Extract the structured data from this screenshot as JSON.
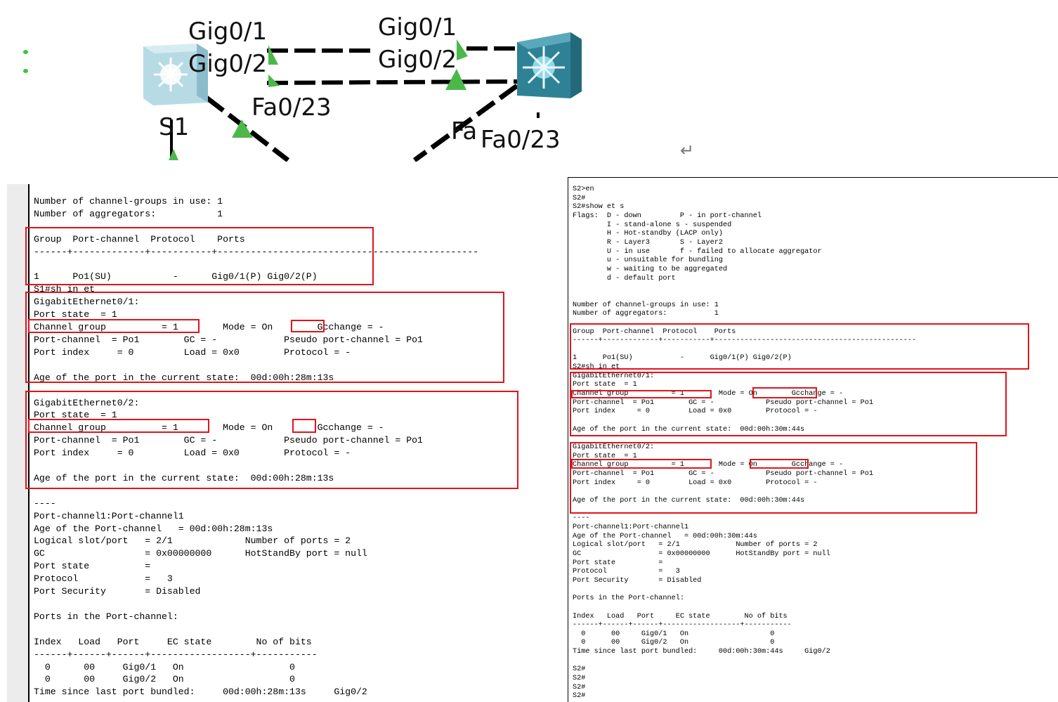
{
  "topology": {
    "labels": {
      "s1_gig01": "Gig0/1",
      "s1_gig02": "Gig0/2",
      "s2_gig01": "Gig0/1",
      "s2_gig02": "Gig0/2",
      "s1_fa023": "Fa0/23",
      "s2_fa_partial": "Fa",
      "s2_fa023": "Fa0/23",
      "s1_name": "S1"
    },
    "colors": {
      "s1_switch": "#a9d3df",
      "s2_switch": "#2f8295",
      "link_up": "#4cb84a"
    },
    "icons": [
      "switch-icon",
      "multilayer-switch-icon",
      "return-arrow-icon"
    ],
    "return_arrow": "↵"
  },
  "s1_terminal": {
    "lines": [
      "Number of channel-groups in use: 1",
      "Number of aggregators:           1",
      "",
      "Group  Port-channel  Protocol    Ports",
      "------+-------------+-----------+-----------------------------------------------",
      "",
      "1      Po1(SU)           -      Gig0/1(P) Gig0/2(P)",
      "S1#sh in et",
      "GigabitEthernet0/1:",
      "Port state  = 1",
      "Channel group          = 1        Mode = On        Gcchange = -",
      "Port-channel  = Po1        GC = -            Pseudo port-channel = Po1",
      "Port index     = 0         Load = 0x0        Protocol = -",
      "",
      "Age of the port in the current state:  00d:00h:28m:13s",
      "",
      "GigabitEthernet0/2:",
      "Port state  = 1",
      "Channel group          = 1        Mode = On        Gcchange = -",
      "Port-channel  = Po1        GC = -            Pseudo port-channel = Po1",
      "Port index     = 0         Load = 0x0        Protocol = -",
      "",
      "Age of the port in the current state:  00d:00h:28m:13s",
      "",
      "----",
      "Port-channel1:Port-channel1",
      "Age of the Port-channel   = 00d:00h:28m:13s",
      "Logical slot/port   = 2/1             Number of ports = 2",
      "GC                  = 0x00000000      HotStandBy port = null",
      "Port state          =",
      "Protocol            =   3",
      "Port Security       = Disabled",
      "",
      "Ports in the Port-channel:",
      "",
      "Index   Load   Port     EC state        No of bits",
      "------+------+------+------------------+-----------",
      "  0      00     Gig0/1   On                   0",
      "  0      00     Gig0/2   On                   0",
      "Time since last port bundled:     00d:00h:28m:13s     Gig0/2"
    ]
  },
  "s2_terminal": {
    "lines": [
      "S2>en",
      "S2#",
      "S2#show et s",
      "Flags:  D - down         P - in port-channel",
      "        I - stand-alone s - suspended",
      "        H - Hot-standby (LACP only)",
      "        R - Layer3       S - Layer2",
      "        U - in use       f - failed to allocate aggregator",
      "        u - unsuitable for bundling",
      "        w - waiting to be aggregated",
      "        d - default port",
      "",
      "",
      "Number of channel-groups in use: 1",
      "Number of aggregators:           1",
      "",
      "Group  Port-channel  Protocol    Ports",
      "------+-------------+-----------+-----------------------------------------------",
      "",
      "1      Po1(SU)           -      Gig0/1(P) Gig0/2(P)",
      "S2#sh in et",
      "GigabitEthernet0/1:",
      "Port state  = 1",
      "Channel group          = 1        Mode = On        Gcchange = -",
      "Port-channel  = Po1        GC = -            Pseudo port-channel = Po1",
      "Port index     = 0         Load = 0x0        Protocol = -",
      "",
      "Age of the port in the current state:  00d:00h:30m:44s",
      "",
      "GigabitEthernet0/2:",
      "Port state  = 1",
      "Channel group          = 1        Mode = On        Gcchange = -",
      "Port-channel  = Po1        GC = -            Pseudo port-channel = Po1",
      "Port index     = 0         Load = 0x0        Protocol = -",
      "",
      "Age of the port in the current state:  00d:00h:30m:44s",
      "",
      "----",
      "Port-channel1:Port-channel1",
      "Age of the Port-channel   = 00d:00h:30m:44s",
      "Logical slot/port   = 2/1             Number of ports = 2",
      "GC                  = 0x00000000      HotStandBy port = null",
      "Port state          =",
      "Protocol            =   3",
      "Port Security       = Disabled",
      "",
      "Ports in the Port-channel:",
      "",
      "Index   Load   Port     EC state        No of bits",
      "------+------+------+------------------+-----------",
      "  0      00     Gig0/1   On                   0",
      "  0      00     Gig0/2   On                   0",
      "Time since last port bundled:     00d:00h:30m:44s     Gig0/2",
      "",
      "S2#",
      "S2#",
      "S2#",
      "S2#"
    ]
  },
  "highlight_color": "#e0141c"
}
